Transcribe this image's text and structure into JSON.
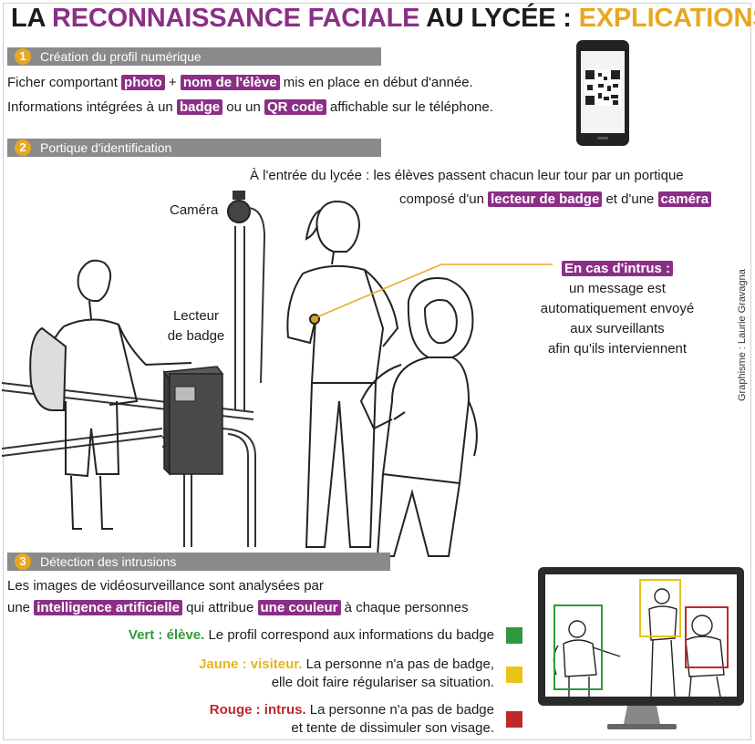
{
  "title": {
    "part1": "LA ",
    "part2": "RECONNAISSANCE FACIALE",
    "part3": " AU LYCÉE : ",
    "part4": "EXPLICATIONS"
  },
  "section1": {
    "number": "1",
    "label": "Création du profil numérique",
    "line1": {
      "a": "Ficher comportant ",
      "hl1": "photo",
      "b": " + ",
      "hl2": "nom de l'élève",
      "c": " mis en place en début d'année."
    },
    "line2": {
      "a": "Informations intégrées à un ",
      "hl1": "badge",
      "b": " ou un ",
      "hl2": "QR code",
      "c": " affichable sur le téléphone."
    }
  },
  "section2": {
    "number": "2",
    "label": "Portique d'identification",
    "intro1": "À l'entrée du lycée : les élèves passent chacun leur tour par un portique",
    "intro2": {
      "a": "composé d'un ",
      "hl1": "lecteur de badge",
      "b": " et  d'une ",
      "hl2": "caméra"
    },
    "camera_label": "Caméra",
    "reader_label1": "Lecteur",
    "reader_label2": "de badge",
    "intruder": {
      "heading": "En cas d'intrus :",
      "line1": "un message est",
      "line2": "automatiquement envoyé",
      "line3": "aux surveillants",
      "line4": "afin qu'ils interviennent"
    }
  },
  "section3": {
    "number": "3",
    "label": "Détection des intrusions",
    "line1": "Les images de vidéosurveillance sont analysées par",
    "line2": {
      "a": "une ",
      "hl1": "intelligence artificielle",
      "b": " qui attribue ",
      "hl2": "une couleur",
      "c": " à chaque personnes"
    },
    "green": {
      "label": "Vert : élève.",
      "text": " Le profil correspond aux informations du badge",
      "color": "#2f9a3b"
    },
    "yellow": {
      "label": "Jaune : visiteur.",
      "text1": " La personne n'a pas de badge,",
      "text2": "elle doit faire régulariser sa situation.",
      "color": "#e8c319"
    },
    "red": {
      "label": "Rouge : intrus.",
      "text1": " La personne n'a pas de badge",
      "text2": "et tente de dissimuler son visage.",
      "color": "#c0282b"
    }
  },
  "credit": "Graphisme : Laurie Gravagna",
  "colors": {
    "accent": "#8b2f86",
    "title_yellow": "#e8a721",
    "section_bar": "#8a8a8a"
  }
}
